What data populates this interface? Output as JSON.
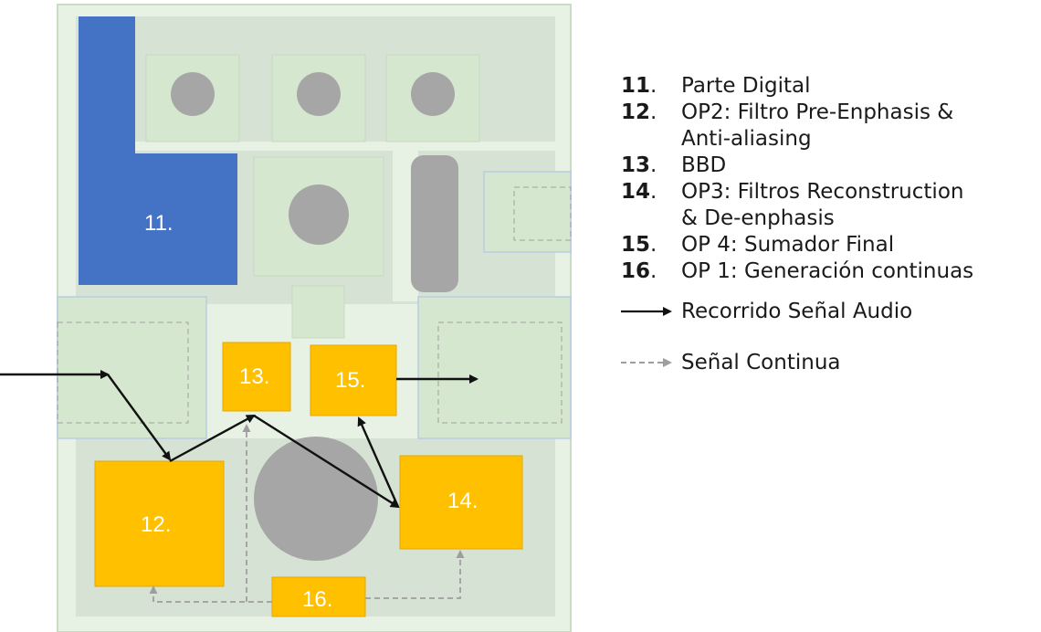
{
  "blocks": {
    "b11": "11.",
    "b12": "12.",
    "b13": "13.",
    "b14": "14.",
    "b15": "15.",
    "b16": "16."
  },
  "legend": {
    "items": [
      {
        "num": "11",
        "text": "Parte Digital"
      },
      {
        "num": "12",
        "text": "OP2: Filtro Pre-Enphasis &\nAnti-aliasing"
      },
      {
        "num": "13",
        "text": "BBD"
      },
      {
        "num": "14",
        "text": "OP3: Filtros Reconstruction\n&  De-enphasis"
      },
      {
        "num": "15",
        "text": "OP 4: Sumador Final"
      },
      {
        "num": "16",
        "text": "OP 1: Generación continuas"
      }
    ],
    "audio_path": "Recorrido Señal Audio",
    "dc_signal": "Señal Continua"
  },
  "colors": {
    "board": "#e8f2e4",
    "inner": "#d6e2d3",
    "module": "#d5e8cf",
    "digital": "#4472c4",
    "op": "#ffc000",
    "component": "#a6a6a6",
    "dashed": "#9e9e9e"
  }
}
